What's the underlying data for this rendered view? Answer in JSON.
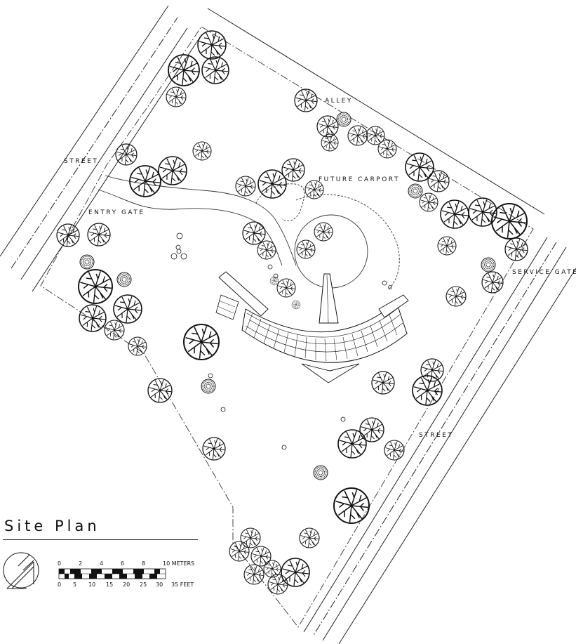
{
  "drawing": {
    "title": "Site Plan",
    "labels": {
      "street_top": "STREET",
      "alley": "ALLEY",
      "future_carport": "FUTURE CARPORT",
      "entry_gate": "ENTRY GATE",
      "service_gate": "SERVICE GATE",
      "street_bottom": "STREET"
    },
    "scale": {
      "meters": [
        "0",
        "2",
        "4",
        "6",
        "8",
        "10 METERS"
      ],
      "feet": [
        "0",
        "5",
        "10",
        "15",
        "20",
        "25",
        "30",
        "35 FEET"
      ]
    },
    "north_arrow_icon": "north-arrow-icon"
  }
}
